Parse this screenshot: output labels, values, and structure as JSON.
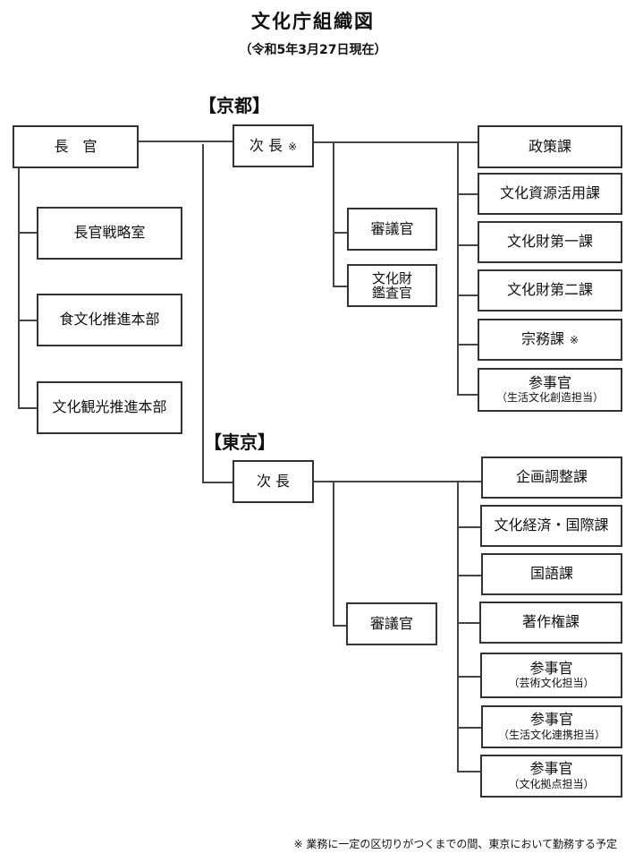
{
  "title": "文化庁組織図",
  "subtitle": "（令和5年3月27日現在）",
  "commissioner": {
    "label": "長　官",
    "staff_units": [
      "長官戦略室",
      "食文化推進本部",
      "文化観光推進本部"
    ]
  },
  "kyoto": {
    "region_label": "【京都】",
    "deputy": {
      "label": "次 長",
      "note": "※"
    },
    "councillors": [
      "審議官",
      "文化財\n鑑査官"
    ],
    "divisions": [
      {
        "label": "政策課"
      },
      {
        "label": "文化資源活用課"
      },
      {
        "label": "文化財第一課"
      },
      {
        "label": "文化財第二課"
      },
      {
        "label": "宗務課",
        "note": "※"
      },
      {
        "label": "参事官",
        "sub": "（生活文化創造担当）"
      }
    ]
  },
  "tokyo": {
    "region_label": "【東京】",
    "deputy": {
      "label": "次 長"
    },
    "councillors": [
      "審議官"
    ],
    "divisions": [
      {
        "label": "企画調整課"
      },
      {
        "label": "文化経済・国際課"
      },
      {
        "label": "国語課"
      },
      {
        "label": "著作権課"
      },
      {
        "label": "参事官",
        "sub": "（芸術文化担当）"
      },
      {
        "label": "参事官",
        "sub": "（生活文化連携担当）"
      },
      {
        "label": "参事官",
        "sub": "（文化拠点担当）"
      }
    ]
  },
  "footnote": "※ 業務に一定の区切りがつくまでの間、東京において勤務する予定"
}
